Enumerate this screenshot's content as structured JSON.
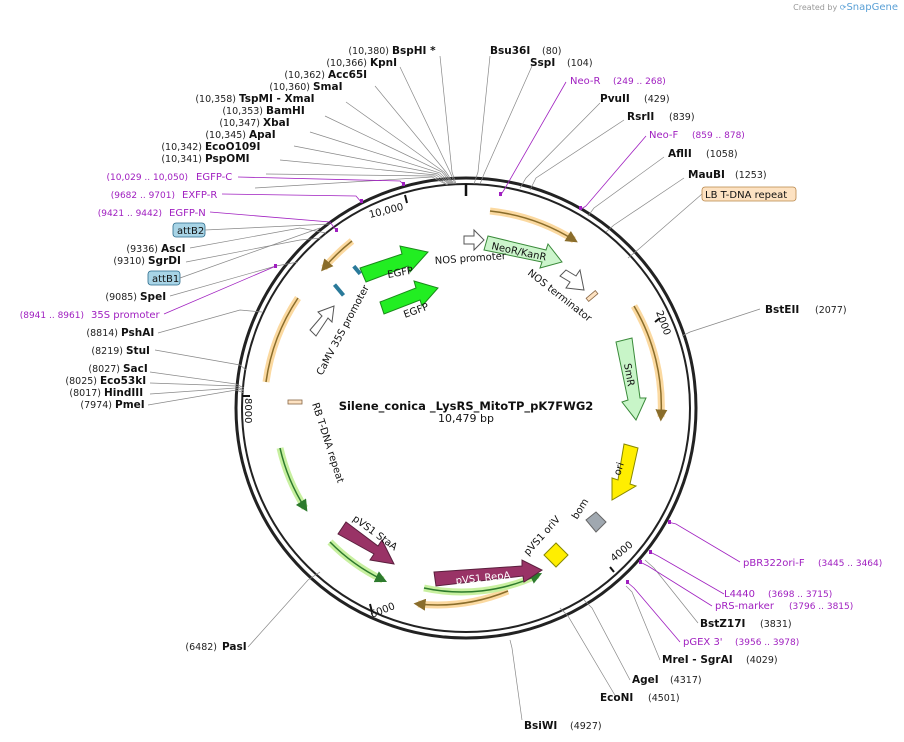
{
  "header": {
    "created_by": "Created by",
    "brand": "SnapGene"
  },
  "plasmid": {
    "name": "Silene_conica _LysRS_MitoTP_pK7FWG2",
    "size_label": "10,479 bp"
  },
  "ruler_ticks": [
    "2000",
    "4000",
    "6000",
    "8000",
    "10,000"
  ],
  "enzymes": [
    {
      "name": "BspHI *",
      "pos": "(10,380)"
    },
    {
      "name": "KpnI",
      "pos": "(10,366)"
    },
    {
      "name": "Acc65I",
      "pos": "(10,362)"
    },
    {
      "name": "SmaI",
      "pos": "(10,360)"
    },
    {
      "name": "TspMI - XmaI",
      "pos": "(10,358)"
    },
    {
      "name": "BamHI",
      "pos": "(10,353)"
    },
    {
      "name": "XbaI",
      "pos": "(10,347)"
    },
    {
      "name": "ApaI",
      "pos": "(10,345)"
    },
    {
      "name": "EcoO109I",
      "pos": "(10,342)"
    },
    {
      "name": "PspOMI",
      "pos": "(10,341)"
    },
    {
      "name": "AscI",
      "pos": "(9336)"
    },
    {
      "name": "SgrDI",
      "pos": "(9310)"
    },
    {
      "name": "SpeI",
      "pos": "(9085)"
    },
    {
      "name": "PshAI",
      "pos": "(8814)"
    },
    {
      "name": "StuI",
      "pos": "(8219)"
    },
    {
      "name": "SacI",
      "pos": "(8027)"
    },
    {
      "name": "Eco53kI",
      "pos": "(8025)"
    },
    {
      "name": "HindIII",
      "pos": "(8017)"
    },
    {
      "name": "PmeI",
      "pos": "(7974)"
    },
    {
      "name": "PasI",
      "pos": "(6482)"
    },
    {
      "name": "Bsu36I",
      "pos": "(80)"
    },
    {
      "name": "SspI",
      "pos": "(104)"
    },
    {
      "name": "PvuII",
      "pos": "(429)"
    },
    {
      "name": "RsrII",
      "pos": "(839)"
    },
    {
      "name": "AflII",
      "pos": "(1058)"
    },
    {
      "name": "MauBI",
      "pos": "(1253)"
    },
    {
      "name": "BstEII",
      "pos": "(2077)"
    },
    {
      "name": "BstZ17I",
      "pos": "(3831)"
    },
    {
      "name": "MreI - SgrAI",
      "pos": "(4029)"
    },
    {
      "name": "AgeI",
      "pos": "(4317)"
    },
    {
      "name": "EcoNI",
      "pos": "(4501)"
    },
    {
      "name": "BsiWI",
      "pos": "(4927)"
    }
  ],
  "primers": [
    {
      "name": "EGFP-C",
      "pos": "(10,029 .. 10,050)"
    },
    {
      "name": "EXFP-R",
      "pos": "(9682 .. 9701)"
    },
    {
      "name": "EGFP-N",
      "pos": "(9421 .. 9442)"
    },
    {
      "name": "35S promoter",
      "pos": "(8941 .. 8961)"
    },
    {
      "name": "Neo-R",
      "pos": "(249 .. 268)"
    },
    {
      "name": "Neo-F",
      "pos": "(859 .. 878)"
    },
    {
      "name": "pBR322ori-F",
      "pos": "(3445 .. 3464)"
    },
    {
      "name": "L4440",
      "pos": "(3698 .. 3715)"
    },
    {
      "name": "pRS-marker",
      "pos": "(3796 .. 3815)"
    },
    {
      "name": "pGEX 3'",
      "pos": "(3956 .. 3978)"
    }
  ],
  "boxed_labels": {
    "attB2": "attB2",
    "attB1": "attB1",
    "lb": "LB T-DNA repeat"
  },
  "features": {
    "egfp1": "EGFP",
    "egfp2": "EGFP",
    "nos_promoter": "NOS promoter",
    "neor": "NeoR/KanR",
    "nos_terminator": "NOS terminator",
    "camv": "CaMV 35S promoter",
    "smr": "SmR",
    "ori": "ori",
    "bom": "bom",
    "pvs1_oriv": "pVS1 oriV",
    "pvs1_repa": "pVS1 RepA",
    "pvs1_staa": "pVS1 StaA",
    "rb": "RB T-DNA repeat"
  },
  "colors": {
    "egfp": "#22ee22",
    "neor": "#ccf5cc",
    "smr": "#c8f5c8",
    "ori": "#ffee00",
    "pvs1": "#993366",
    "primer": "#a020c0",
    "orf_outline": "#f5b041",
    "orf_core": "#8a6d2b",
    "bom": "#a0a8b0",
    "lb_box": "#fde2c2",
    "att_box": "#a8d4e6"
  }
}
